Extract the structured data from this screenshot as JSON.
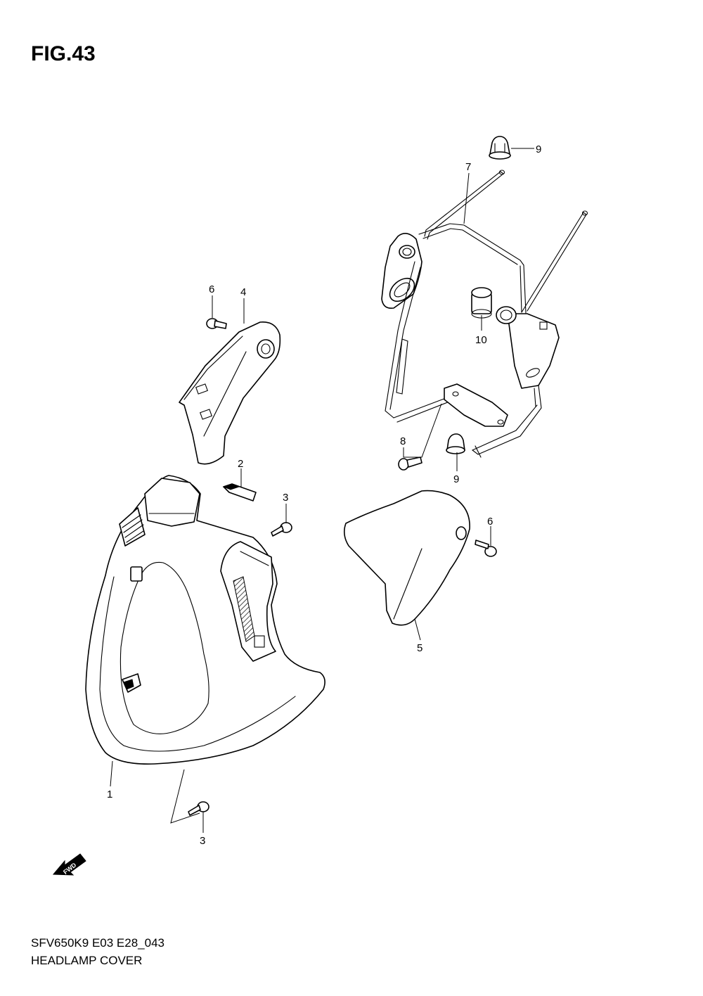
{
  "figure": {
    "title": "FIG.43",
    "code": "SFV650K9 E03 E28_043",
    "name": "HEADLAMP COVER",
    "fwd_label": "FWD"
  },
  "callouts": [
    {
      "id": "c9a",
      "label": "9"
    },
    {
      "id": "c7",
      "label": "7"
    },
    {
      "id": "c6a",
      "label": "6"
    },
    {
      "id": "c4",
      "label": "4"
    },
    {
      "id": "c10",
      "label": "10"
    },
    {
      "id": "c8",
      "label": "8"
    },
    {
      "id": "c9b",
      "label": "9"
    },
    {
      "id": "c2",
      "label": "2"
    },
    {
      "id": "c3a",
      "label": "3"
    },
    {
      "id": "c6b",
      "label": "6"
    },
    {
      "id": "c5",
      "label": "5"
    },
    {
      "id": "c1",
      "label": "1"
    },
    {
      "id": "c3b",
      "label": "3"
    }
  ]
}
